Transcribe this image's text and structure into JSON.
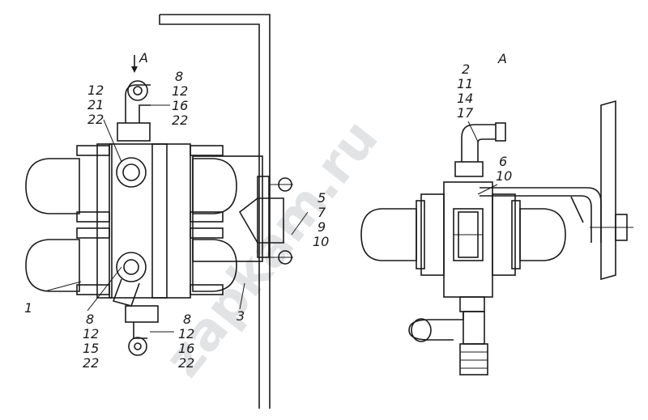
{
  "view_marker_left": "A",
  "view_marker_right": "A",
  "left_top_labels": [
    "12",
    "21",
    "22"
  ],
  "left_top_right_labels": [
    "8",
    "12",
    "16",
    "22"
  ],
  "left_side_labels": [
    "5",
    "7",
    "9",
    "10"
  ],
  "left_bottom_left_labels": [
    "8",
    "12",
    "15",
    "22"
  ],
  "left_bottom_right_labels": [
    "8",
    "12",
    "16",
    "22"
  ],
  "label_1": "1",
  "label_3": "3",
  "right_top_labels": [
    "2",
    "11",
    "14",
    "17"
  ],
  "right_mid_labels": [
    "6",
    "10"
  ],
  "watermark": "zapkam.ru"
}
